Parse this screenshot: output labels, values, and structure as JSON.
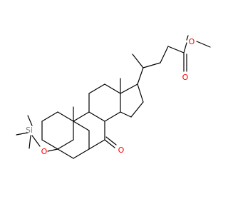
{
  "molecule": {
    "atom_labels": {
      "ester_o_single": "O",
      "ester_o_double": "O",
      "ketone_o": "O",
      "ether_o": "O",
      "silicon": "Si"
    },
    "colors": {
      "bond": "#000000",
      "oxygen": "#ff0000",
      "silicon": "#808080",
      "background": "#ffffff"
    }
  }
}
